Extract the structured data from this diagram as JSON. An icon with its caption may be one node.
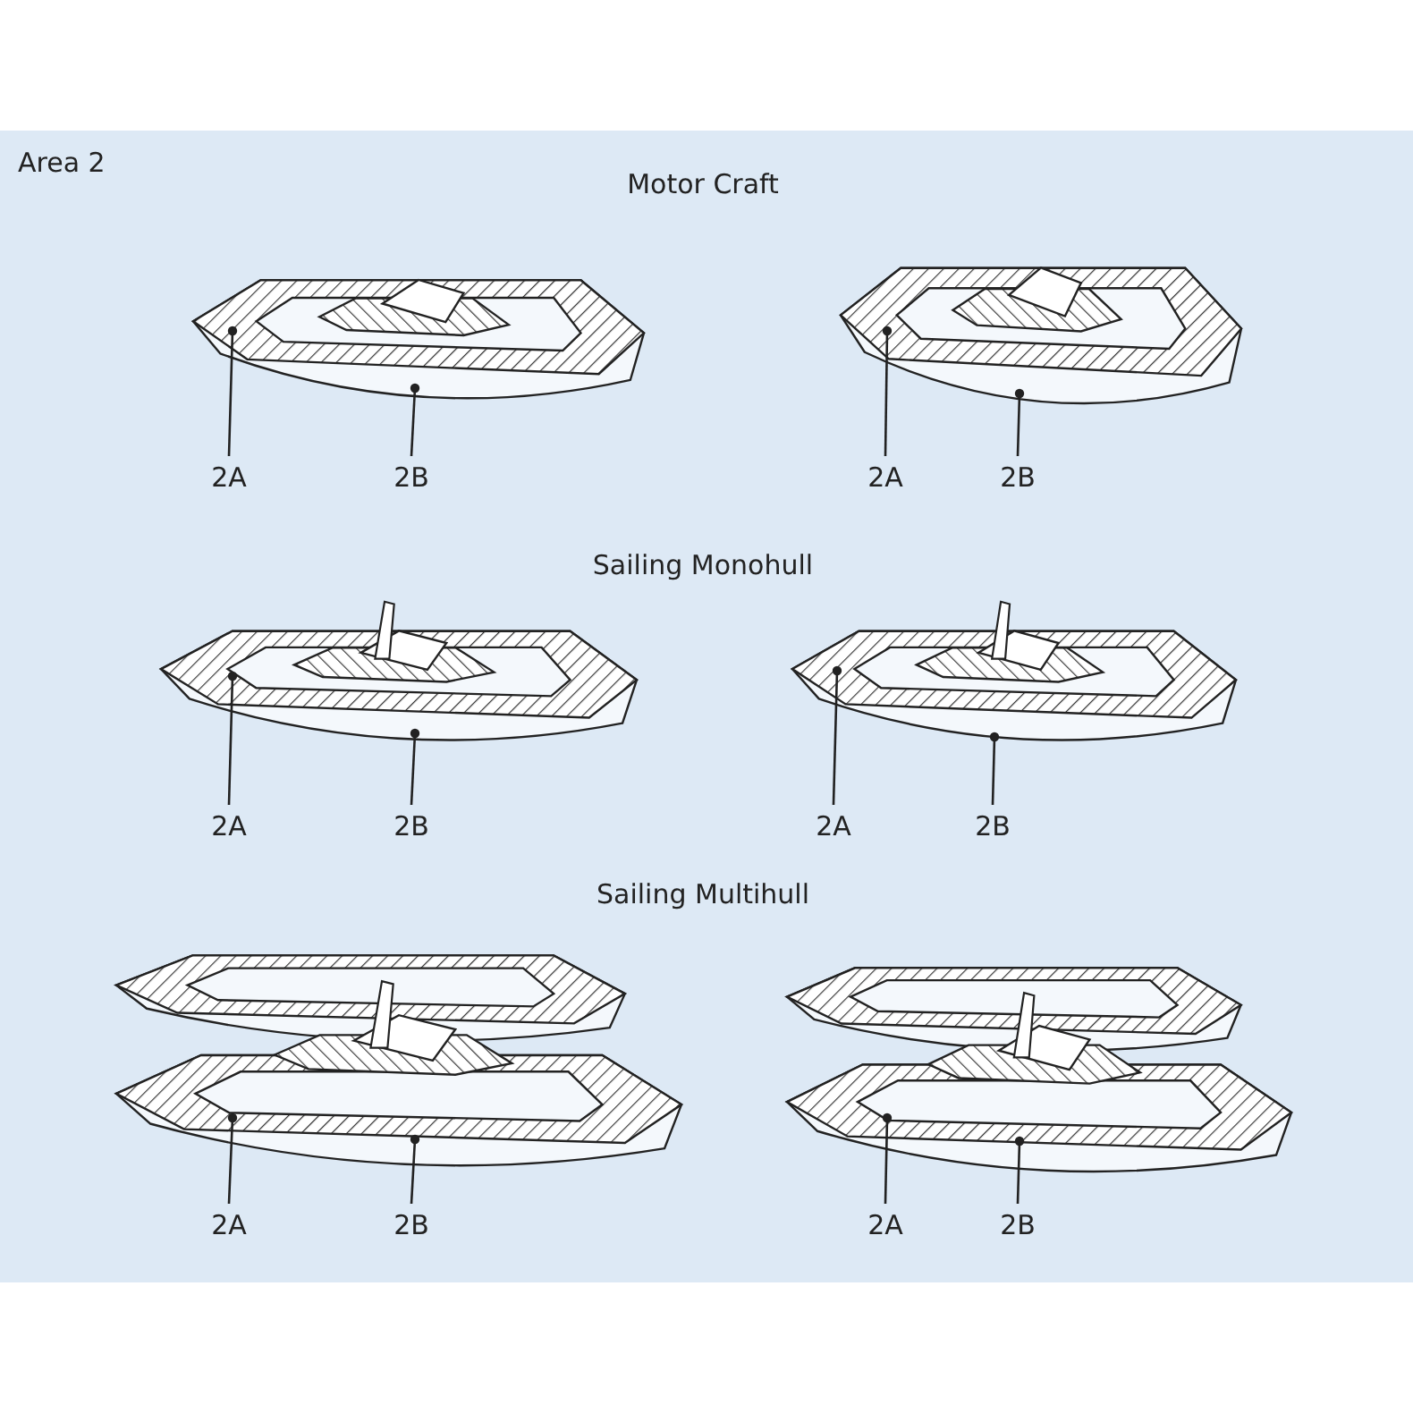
{
  "diagram": {
    "nodes": [
      {
        "text": [],
        "shape": "picture"
      },
      {
        "text": [
          "2A"
        ]
      },
      {
        "text": [
          "2B"
        ]
      },
      {
        "text": [],
        "shape": "picture"
      },
      {
        "text": [
          "2A"
        ]
      },
      {
        "text": [
          "2B"
        ]
      },
      {
        "text": [],
        "shape": "picture"
      },
      {
        "text": [
          "2A"
        ]
      },
      {
        "text": [
          "2B"
        ]
      },
      {
        "text": [],
        "shape": "picture"
      },
      {
        "text": [
          "2A"
        ]
      },
      {
        "text": [
          "2B"
        ]
      },
      {
        "text": [],
        "shape": "picture"
      },
      {
        "text": [
          "2A"
        ]
      },
      {
        "text": [
          "2B"
        ]
      },
      {
        "text": [],
        "shape": "picture"
      },
      {
        "text": [
          "2A"
        ]
      },
      {
        "text": [
          "2B"
        ]
      }
    ],
    "edges": [
      {
        "from": 1,
        "to": 0,
        "arrow": "other"
      },
      {
        "from": 2,
        "to": 0,
        "arrow": "other"
      },
      {
        "from": 4,
        "to": 3,
        "arrow": "other"
      },
      {
        "from": 5,
        "to": 3,
        "arrow": "other"
      },
      {
        "from": 7,
        "to": 6,
        "arrow": "other"
      },
      {
        "from": 8,
        "to": 6,
        "arrow": "other"
      },
      {
        "from": 10,
        "to": 9,
        "arrow": "other"
      },
      {
        "from": 11,
        "to": 9,
        "arrow": "other"
      },
      {
        "from": 13,
        "to": 12,
        "arrow": "other"
      },
      {
        "from": 14,
        "to": 12,
        "arrow": "other"
      },
      {
        "from": 16,
        "to": 15,
        "arrow": "other"
      },
      {
        "from": 17,
        "to": 15,
        "arrow": "other"
      }
    ],
    "labels": [
      "Area 2",
      "Motor Craft",
      "Sailing Monohull",
      "Sailing Multihull"
    ]
  }
}
